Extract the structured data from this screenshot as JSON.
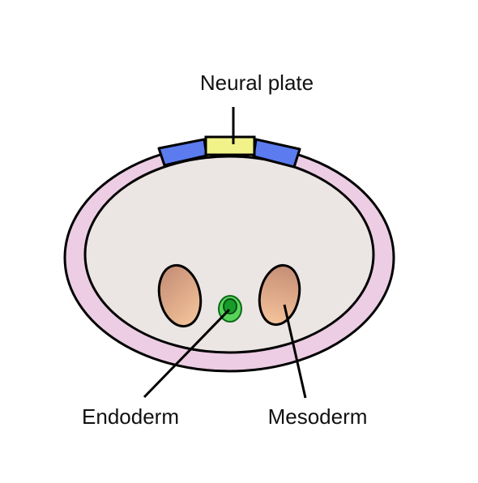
{
  "labels": {
    "neural_plate": "Neural plate",
    "endoderm": "Endoderm",
    "mesoderm": "Mesoderm"
  },
  "colors": {
    "background": "#ffffff",
    "outer_layer": "#eccde4",
    "inner_cavity": "#ebe5e3",
    "stroke": "#000000",
    "neural_plate": "#f1f389",
    "neural_crest_ectoderm": "#5b7bef",
    "mesoderm_light": "#f4c39a",
    "mesoderm_dark": "#c58e76",
    "endoderm_outer": "#58d35a",
    "endoderm_inner": "#179c2a"
  }
}
